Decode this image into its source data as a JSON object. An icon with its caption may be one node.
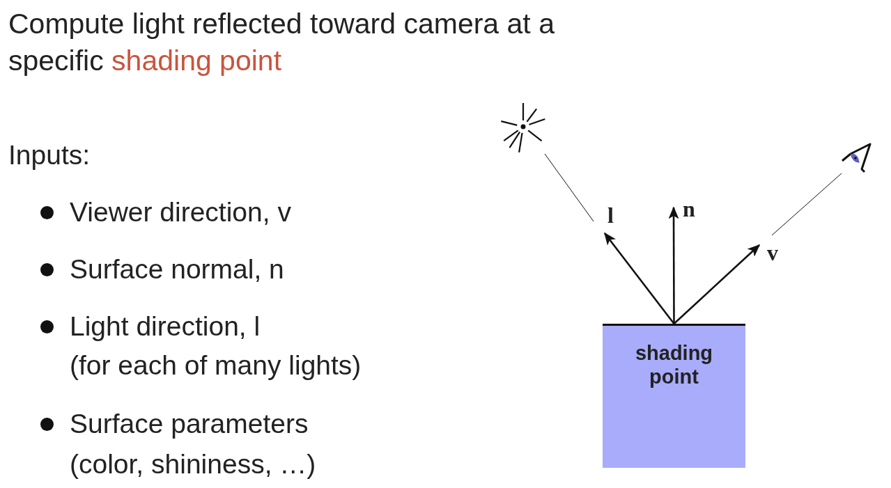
{
  "diagram": {
    "title": "Compute light reflected toward camera at a specific **shading point**",
    "nodes": [
      {
        "text": [
          "shading point"
        ]
      },
      {
        "text": [],
        "shape": "picture"
      },
      {
        "text": [],
        "shape": "picture"
      }
    ],
    "edges": [
      {
        "from": 0,
        "to": null,
        "arrow": "to",
        "label": "l"
      },
      {
        "from": 0,
        "to": null,
        "arrow": "to",
        "label": "n"
      },
      {
        "from": 0,
        "to": null,
        "arrow": "to",
        "label": "v"
      },
      {
        "from": null,
        "to": 1,
        "arrow": "none"
      },
      {
        "from": null,
        "to": 2,
        "arrow": "none"
      }
    ],
    "labels": [
      "Inputs:",
      "Viewer direction, v",
      "Surface normal, n",
      "Light direction, l",
      "(for each of many lights)",
      "Surface parameters",
      "(color, shininess, …)"
    ]
  }
}
